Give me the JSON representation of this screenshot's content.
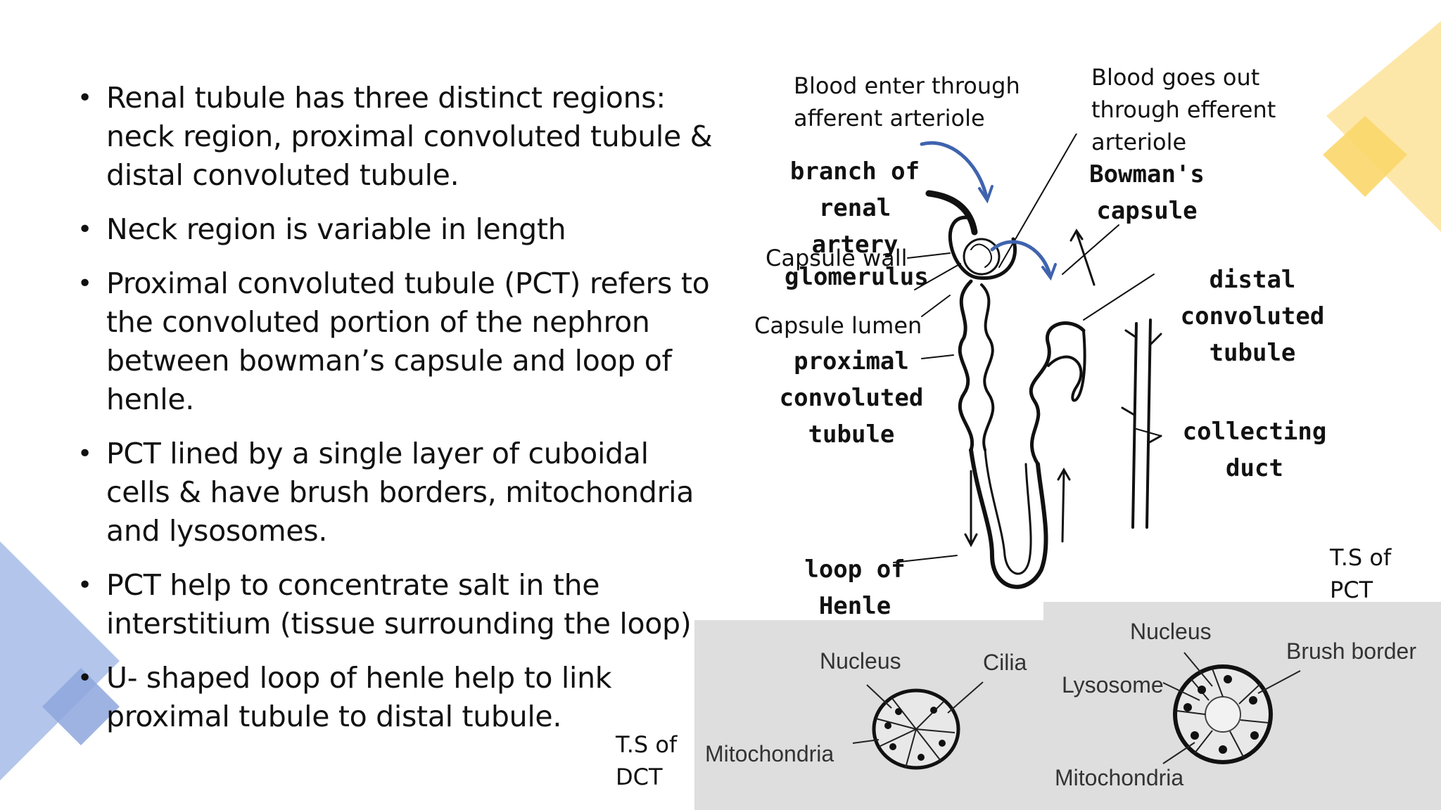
{
  "slide": {
    "bullets": [
      "Renal tubule has three distinct regions: neck region, proximal convoluted tubule & distal convoluted tubule.",
      "Neck region is variable in length",
      "Proximal convoluted tubule (PCT) refers to the convoluted portion of the nephron between bowman’s capsule and loop of henle.",
      "PCT lined by a single layer of cuboidal cells & have brush borders, mitochondria and lysosomes.",
      "PCT help to concentrate salt in the interstitium (tissue surrounding the loop)",
      "U- shaped loop of henle help to link proximal tubule to distal tubule."
    ]
  },
  "nephron": {
    "blood_in": "Blood enter through\nafferent arteriole",
    "blood_out": "Blood goes out\nthrough efferent\narteriole",
    "capsule_wall": "Capsule wall",
    "capsule_lumen": "Capsule lumen",
    "branch_artery": "branch of\nrenal artery",
    "bowmans_capsule": "Bowman's\ncapsule",
    "glomerulus": "glomerulus",
    "dct": "distal convoluted\ntubule",
    "pct": "proximal\nconvoluted\ntubule",
    "collecting_duct": "collecting duct",
    "loop_henle": "loop of\nHenle"
  },
  "ts_dct": {
    "caption": "T.S of\nDCT",
    "nucleus": "Nucleus",
    "cilia": "Cilia",
    "mitochondria": "Mitochondria"
  },
  "ts_pct": {
    "caption": "T.S of\nPCT",
    "nucleus": "Nucleus",
    "brush_border": "Brush border",
    "lysosome": "Lysosome",
    "mitochondria": "Mitochondria"
  },
  "colors": {
    "deco_blue": "#a9bde6",
    "deco_yellow": "#fde39a",
    "arrow_blue": "#3f63ae"
  }
}
